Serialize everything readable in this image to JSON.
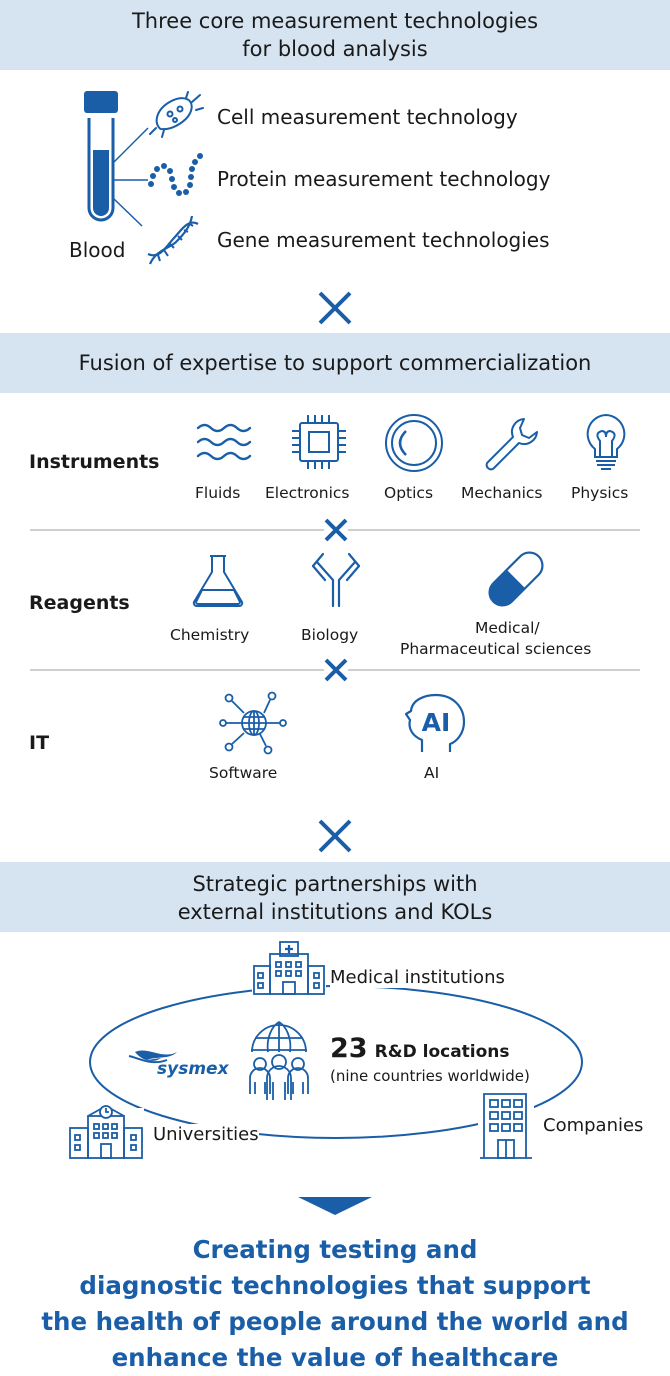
{
  "section1": {
    "title_lines": [
      "Three core measurement technologies",
      "for blood analysis"
    ],
    "blood_label": "Blood",
    "technologies": [
      "Cell measurement technology",
      "Protein measurement technology",
      "Gene measurement technologies"
    ]
  },
  "section2": {
    "title": "Fusion of expertise to support commercialization",
    "rows": [
      {
        "name": "Instruments",
        "items": [
          "Fluids",
          "Electronics",
          "Optics",
          "Mechanics",
          "Physics"
        ]
      },
      {
        "name": "Reagents",
        "items": [
          "Chemistry",
          "Biology",
          "Medical/",
          "Pharmaceutical sciences"
        ]
      },
      {
        "name": "IT",
        "items": [
          "Software",
          "AI"
        ]
      }
    ],
    "ai_icon_text": "AI"
  },
  "section3": {
    "title_lines": [
      "Strategic partnerships with",
      "external institutions and KOLs"
    ],
    "medical": "Medical institutions",
    "universities": "Universities",
    "companies": "Companies",
    "logo": "sysmex",
    "rd_number": "23",
    "rd_text": "R&D locations",
    "rd_sub": "(nine countries worldwide)"
  },
  "final_lines": [
    "Creating testing and",
    "diagnostic technologies that support",
    "the health of people around the world and",
    "enhance the value of healthcare"
  ],
  "colors": {
    "accent": "#1a5ea8",
    "band": "#d6e3f0",
    "divider": "#cfcfcf"
  }
}
